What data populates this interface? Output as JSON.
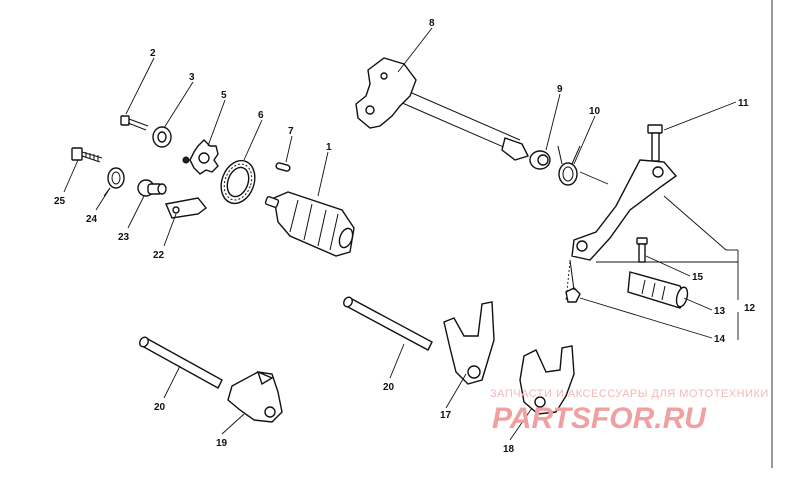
{
  "labels": [
    {
      "id": "1",
      "text": "1"
    },
    {
      "id": "2",
      "text": "2"
    },
    {
      "id": "3",
      "text": "3"
    },
    {
      "id": "5",
      "text": "5"
    },
    {
      "id": "6",
      "text": "6"
    },
    {
      "id": "7",
      "text": "7"
    },
    {
      "id": "8",
      "text": "8"
    },
    {
      "id": "9",
      "text": "9"
    },
    {
      "id": "10",
      "text": "10"
    },
    {
      "id": "11",
      "text": "11"
    },
    {
      "id": "12",
      "text": "12"
    },
    {
      "id": "13",
      "text": "13"
    },
    {
      "id": "14",
      "text": "14"
    },
    {
      "id": "15",
      "text": "15"
    },
    {
      "id": "17",
      "text": "17"
    },
    {
      "id": "18",
      "text": "18"
    },
    {
      "id": "19",
      "text": "19"
    },
    {
      "id": "20a",
      "text": "20"
    },
    {
      "id": "20b",
      "text": "20"
    },
    {
      "id": "22",
      "text": "22"
    },
    {
      "id": "23",
      "text": "23"
    },
    {
      "id": "24",
      "text": "24"
    },
    {
      "id": "25",
      "text": "25"
    }
  ],
  "watermark": {
    "tagline": "ЗАПЧАСТИ И АКСЕССУАРЫ ДЛЯ МОТОТЕХНИКИ",
    "brand": "PARTSFOR.RU"
  }
}
